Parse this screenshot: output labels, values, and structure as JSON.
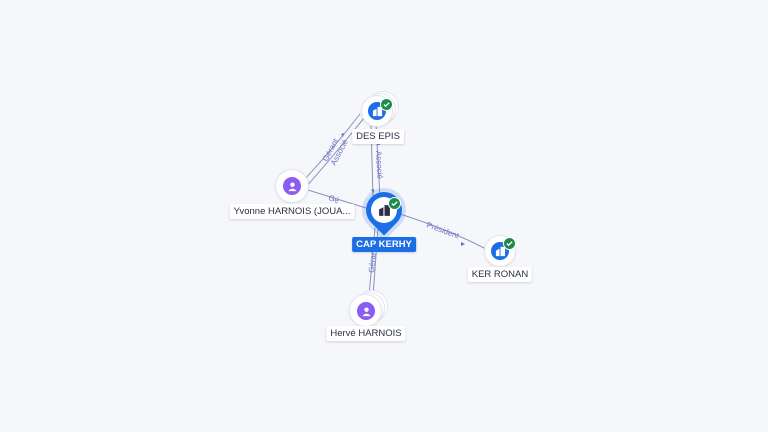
{
  "colors": {
    "company": "#1b6ee6",
    "person": "#8a5cf0",
    "verified": "#1e8a4c",
    "edge": "#8c92b8",
    "edge_label": "#6b73c6"
  },
  "nodes": {
    "des_epis": {
      "label": "DES EPIS",
      "type": "company",
      "icon": "building-icon",
      "verified": true
    },
    "cap_kerhy": {
      "label": "CAP KERHY",
      "type": "company",
      "icon": "building-icon",
      "verified": true,
      "focus": true
    },
    "ker_ronan": {
      "label": "KER RONAN",
      "type": "company",
      "icon": "building-icon",
      "verified": true
    },
    "yvonne": {
      "label": "Yvonne HARNOIS (JOUA...",
      "type": "person",
      "icon": "person-icon"
    },
    "herve": {
      "label": "Hervé HARNOIS",
      "type": "person",
      "icon": "person-icon"
    }
  },
  "edges": {
    "yvonne_des_epis": {
      "label_1": "Gérant",
      "label_2": "Associé"
    },
    "des_epis_cap_kerhy": {
      "label": "Associé"
    },
    "yvonne_cap_kerhy": {
      "label": "Gé"
    },
    "cap_kerhy_ker_ronan": {
      "label": "Président"
    },
    "herve_cap_kerhy": {
      "label": "Gérant"
    }
  }
}
